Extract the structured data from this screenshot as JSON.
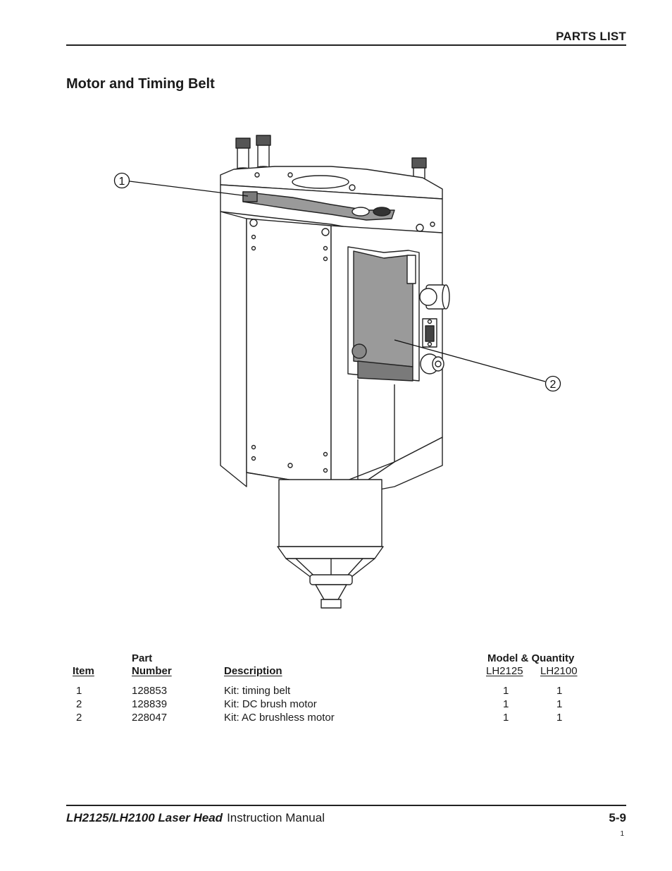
{
  "header": {
    "section": "PARTS LIST"
  },
  "title": "Motor and Timing Belt",
  "figure": {
    "callouts": [
      {
        "number": "1"
      },
      {
        "number": "2"
      }
    ]
  },
  "table": {
    "headers": {
      "item": "Item",
      "part_line1": "Part",
      "part_line2": "Number",
      "description": "Description",
      "model_quantity": "Model & Quantity",
      "model_a": "LH2125",
      "model_b": "LH2100"
    },
    "rows": [
      {
        "item": "1",
        "part": "128853",
        "description": "Kit: timing belt",
        "qty_a": "1",
        "qty_b": "1"
      },
      {
        "item": "2",
        "part": "128839",
        "description": "Kit: DC brush motor",
        "qty_a": "1",
        "qty_b": "1"
      },
      {
        "item": "2",
        "part": "228047",
        "description": "Kit: AC brushless motor",
        "qty_a": "1",
        "qty_b": "1"
      }
    ]
  },
  "footer": {
    "model": "LH2125/LH2100 Laser Head",
    "manual": "Instruction Manual",
    "page": "5-9",
    "sheet": "1"
  }
}
